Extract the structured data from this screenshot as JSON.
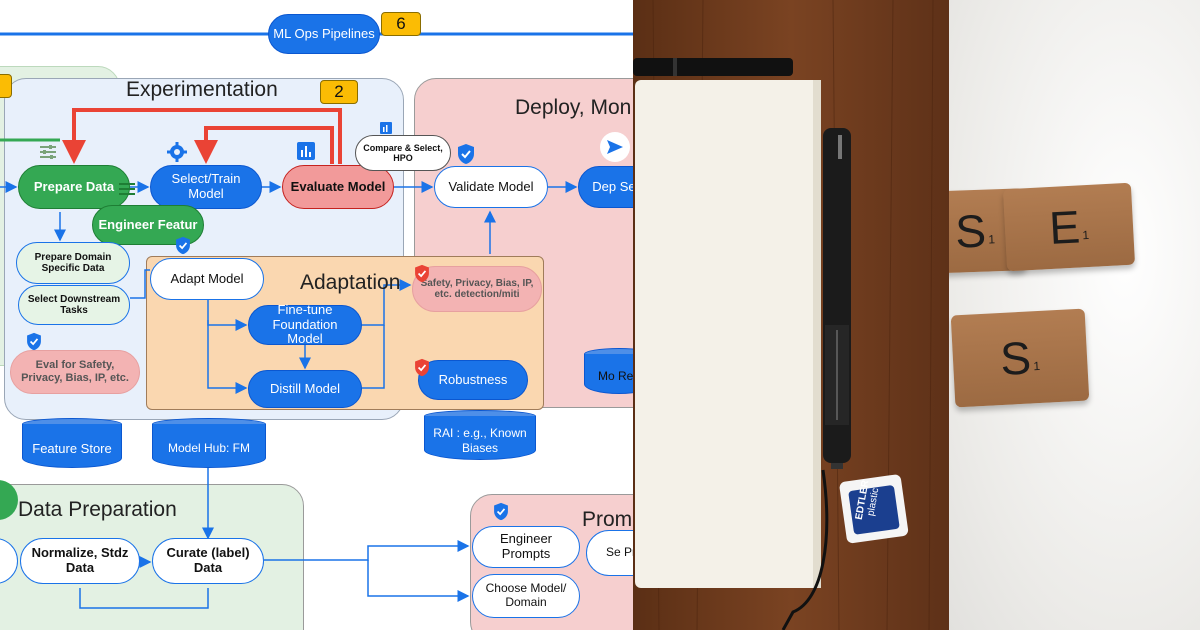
{
  "diagram": {
    "mlops": {
      "label": "ML Ops Pipelines",
      "badge": "6"
    },
    "experimentation": {
      "title": "Experimentation",
      "badge": "2"
    },
    "deploy": {
      "title": "Deploy, Mon"
    },
    "adaptation": {
      "title": "Adaptation"
    },
    "data_prep": {
      "title": "Data Preparation"
    },
    "prompt": {
      "title": "Prom"
    },
    "nodes": {
      "prepare_data": "Prepare Data",
      "select_train": "Select/Train Model",
      "evaluate": "Evaluate Model",
      "compare": "Compare & Select, HPO",
      "validate": "Validate Model",
      "deploy_serve": "Dep Serve",
      "engineer_features": "Engineer Featur",
      "prepare_domain": "Prepare Domain Specific Data",
      "select_downstream": "Select Downstream Tasks",
      "eval_safety": "Eval for Safety, Privacy, Bias, IP, etc.",
      "adapt_model": "Adapt Model",
      "finetune": "Fine-tune Foundation Model",
      "distill": "Distill Model",
      "safety_detect": "Safety, Privacy, Bias, IP, etc. detection/miti",
      "robustness": "Robustness",
      "normalize": "Normalize, Stdz Data",
      "curate": "Curate (label) Data",
      "engineer_prompts": "Engineer Prompts",
      "choose_model": "Choose Model/ Domain",
      "se_pr": "Se Pr"
    },
    "stores": {
      "feature_store": "Feature Store",
      "model_hub": "Model Hub: FM",
      "rai": "RAI : e.g., Known Biases",
      "model_reg": "Mo Reg"
    }
  },
  "desk": {
    "eraser_brand": "EDTLER",
    "eraser_type": "plastic"
  },
  "tiles": [
    {
      "letter": "S",
      "points": "1"
    },
    {
      "letter": "E",
      "points": "1"
    },
    {
      "letter": "S",
      "points": "1"
    }
  ],
  "colors": {
    "blue": "#1a73e8",
    "green": "#34a853",
    "red_arrow": "#ea4335",
    "badge_yellow": "#fbbc04",
    "wood": "#6b3a1c"
  }
}
